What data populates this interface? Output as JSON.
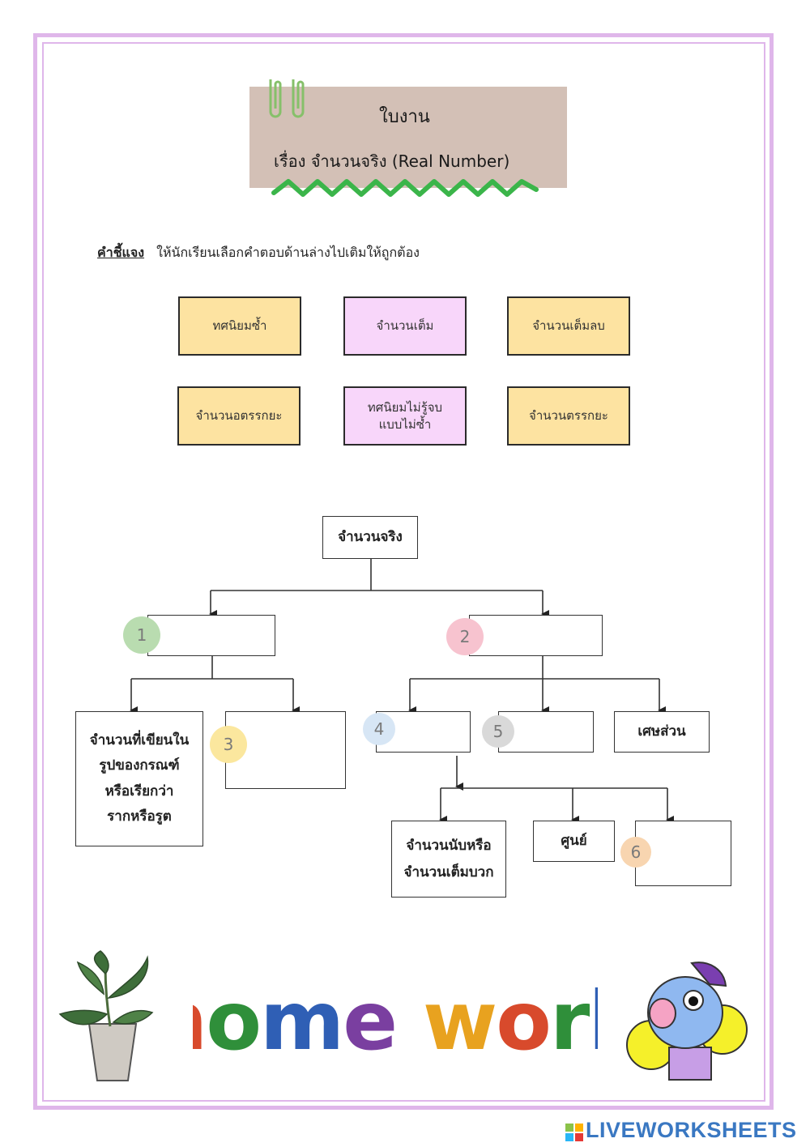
{
  "worksheet": {
    "title": "ใบงาน",
    "subtitle": "เรื่อง จำนวนจริง (Real Number)",
    "instruction_label": "คำชี้แจง",
    "instruction_text": "ให้นักเรียนเลือกคำตอบด้านล่างไปเติมให้ถูกต้อง"
  },
  "options": [
    {
      "label": "ทศนิยมซ้ำ",
      "color": "#fde3a1"
    },
    {
      "label": "จำนวนเต็ม",
      "color": "#f8d6fa"
    },
    {
      "label": "จำนวนเต็มลบ",
      "color": "#fde3a1"
    },
    {
      "label": "จำนวนอตรรกยะ",
      "color": "#fde3a1"
    },
    {
      "label": "ทศนิยมไม่รู้จบ\nแบบไม่ซ้ำ",
      "color": "#f8d6fa"
    },
    {
      "label": "จำนวนตรรกยะ",
      "color": "#fde3a1"
    }
  ],
  "tree": {
    "root": "จำนวนจริง",
    "given_root_def": "จำนวนที่เขียนใน\nรูปของกรณฑ์\nหรือเรียกว่า\nรากหรือรูต",
    "given_fraction": "เศษส่วน",
    "given_natural": "จำนวนนับหรือ\nจำนวนเต็มบวก",
    "given_zero": "ศูนย์",
    "badges": [
      {
        "num": "1",
        "color": "#b9dcb0"
      },
      {
        "num": "2",
        "color": "#f7c3cf"
      },
      {
        "num": "3",
        "color": "#fbe79e"
      },
      {
        "num": "4",
        "color": "#d7e6f5"
      },
      {
        "num": "5",
        "color": "#d9d9d9"
      },
      {
        "num": "6",
        "color": "#f8d5b0"
      }
    ]
  },
  "decoration": {
    "banner_text": "home work",
    "banner_colors": [
      "#d84a2c",
      "#2f8f3a",
      "#2f5fb5",
      "#7a3fa0",
      "#e8a21f"
    ]
  },
  "footer": {
    "logo_text": "LIVEWORKSHEETS"
  }
}
